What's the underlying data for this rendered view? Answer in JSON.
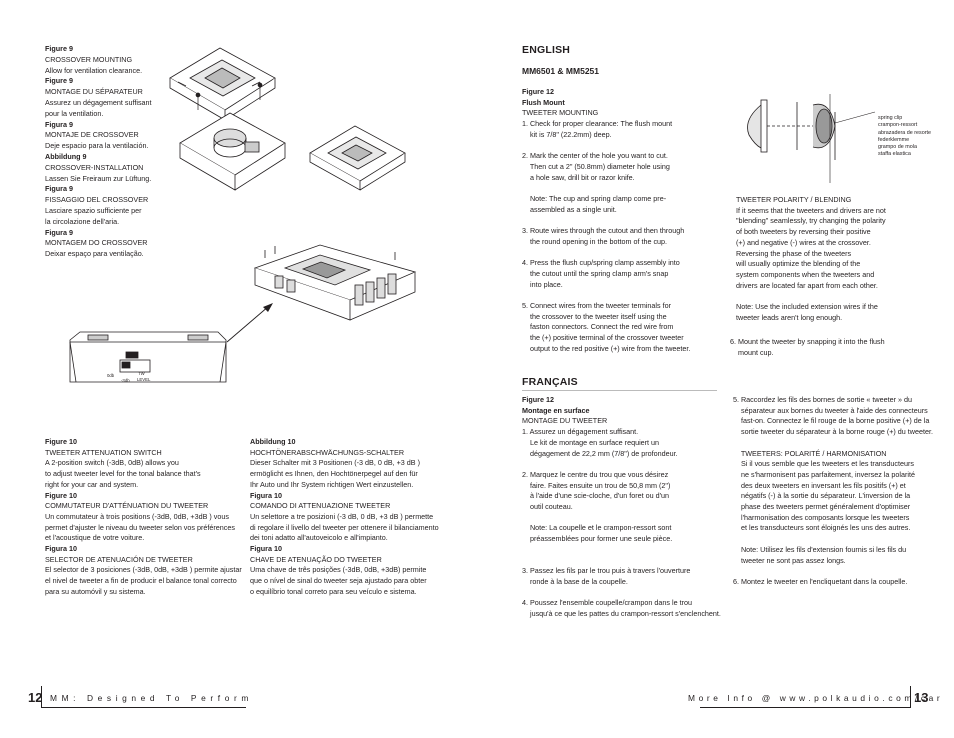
{
  "left_page": {
    "figure9_block": [
      {
        "t": "Figure 9",
        "b": true
      },
      {
        "t": "CROSSOVER MOUNTING",
        "b": false
      },
      {
        "t": "Allow for ventilation clearance.",
        "b": false
      },
      {
        "t": "Figure 9",
        "b": true
      },
      {
        "t": "MONTAGE DU SÉPARATEUR",
        "b": false
      },
      {
        "t": "Assurez un dégagement suffisant",
        "b": false
      },
      {
        "t": "pour la ventilation.",
        "b": false
      },
      {
        "t": "Figura 9",
        "b": true
      },
      {
        "t": "MONTAJE DE CROSSOVER",
        "b": false
      },
      {
        "t": "Deje espacio para la ventilación.",
        "b": false
      },
      {
        "t": "Abbildung 9",
        "b": true
      },
      {
        "t": "CROSSOVER-INSTALLATION",
        "b": false
      },
      {
        "t": "Lassen Sie Freiraum zur Lüftung.",
        "b": false
      },
      {
        "t": "Figura 9",
        "b": true
      },
      {
        "t": "FISSAGGIO DEL CROSSOVER",
        "b": false
      },
      {
        "t": "Lasciare spazio sufficiente per",
        "b": false
      },
      {
        "t": "la circolazione dell'aria.",
        "b": false
      },
      {
        "t": "Figura 9",
        "b": true
      },
      {
        "t": "MONTAGEM DO CROSSOVER",
        "b": false
      },
      {
        "t": "Deixar espaço para ventilação.",
        "b": false
      }
    ],
    "figure10_col1": [
      {
        "t": "Figure 10",
        "b": true
      },
      {
        "t": "TWEETER ATTENUATION SWITCH",
        "b": false
      },
      {
        "t": "A 2-position switch (-3dB, 0dB) allows you",
        "b": false
      },
      {
        "t": "to adjust tweeter level for the tonal balance that's",
        "b": false
      },
      {
        "t": "right for your car and system.",
        "b": false
      },
      {
        "t": "Figure 10",
        "b": true
      },
      {
        "t": "COMMUTATEUR D'ATTÉNUATION DU TWEETER",
        "b": false
      },
      {
        "t": "Un commutateur à trois positions (-3dB, 0dB, +3dB ) vous",
        "b": false
      },
      {
        "t": "permet d'ajuster le niveau du tweeter selon vos préférences",
        "b": false
      },
      {
        "t": "et l'acoustique de votre voiture.",
        "b": false
      },
      {
        "t": "Figura 10",
        "b": true
      },
      {
        "t": "SELECTOR DE ATENUACIÓN DE TWEETER",
        "b": false
      },
      {
        "t": "El selector de 3 posiciones (-3dB, 0dB, +3dB ) permite ajustar",
        "b": false
      },
      {
        "t": "el nivel de tweeter a fin de producir el balance tonal correcto",
        "b": false
      },
      {
        "t": "para su automóvil y su sistema.",
        "b": false
      }
    ],
    "figure10_col2": [
      {
        "t": "Abbildung 10",
        "b": true
      },
      {
        "t": "HOCHTÖNERABSCHWÄCHUNGS-SCHALTER",
        "b": false
      },
      {
        "t": "Dieser Schalter mit 3 Positionen (-3 dB, 0 dB, +3 dB )",
        "b": false
      },
      {
        "t": "ermöglicht es Ihnen, den Hochtönerpegel auf den für",
        "b": false
      },
      {
        "t": "Ihr Auto und Ihr System richtigen Wert einzustellen.",
        "b": false
      },
      {
        "t": "Figura 10",
        "b": true
      },
      {
        "t": "COMANDO DI ATTENUAZIONE TWEETER",
        "b": false
      },
      {
        "t": "Un selettore a tre posizioni (-3 dB, 0 dB, +3 dB ) permette",
        "b": false
      },
      {
        "t": "di regolare il livello del tweeter per ottenere il bilanciamento",
        "b": false
      },
      {
        "t": "dei toni adatto all'autoveicolo e all'impianto.",
        "b": false
      },
      {
        "t": "Figura 10",
        "b": true
      },
      {
        "t": "CHAVE DE ATENUAÇÃO DO TWEETER",
        "b": false
      },
      {
        "t": "Uma chave de três posições (-3dB, 0dB, +3dB) permite",
        "b": false
      },
      {
        "t": "que o nível de sinal do tweeter seja ajustado para obter",
        "b": false
      },
      {
        "t": "o equilíbrio tonal correto para seu veículo e sistema.",
        "b": false
      }
    ],
    "switch_labels": {
      "zero": "0db",
      "minus": "-3db",
      "tw": "TW",
      "level": "LEVEL"
    },
    "footer": {
      "page_number": "12",
      "text": "MM: Designed To Perform"
    }
  },
  "right_page": {
    "english": {
      "heading": "ENGLISH",
      "model": "MM6501 & MM5251",
      "col1": [
        {
          "t": "Figure 12",
          "b": true
        },
        {
          "t": "Flush Mount",
          "b": true
        },
        {
          "t": "TWEETER MOUNTING",
          "b": false
        },
        {
          "t": "1. Check for proper clearance: The flush mount",
          "b": false
        },
        {
          "t": "    kit is 7/8\" (22.2mm) deep.",
          "b": false
        },
        {
          "t": "",
          "b": false
        },
        {
          "t": "2. Mark the center of the hole you want to cut.",
          "b": false
        },
        {
          "t": "    Then cut a 2\" (50.8mm) diameter hole using",
          "b": false
        },
        {
          "t": "    a hole saw, drill bit or razor knife.",
          "b": false
        },
        {
          "t": "",
          "b": false
        },
        {
          "t": "    Note: The cup and spring clamp come pre-",
          "b": false
        },
        {
          "t": "    assembled as a single unit.",
          "b": false
        },
        {
          "t": "",
          "b": false
        },
        {
          "t": "3. Route wires through the cutout and then through",
          "b": false
        },
        {
          "t": "    the round opening in the bottom of the cup.",
          "b": false
        },
        {
          "t": "",
          "b": false
        },
        {
          "t": "4. Press the flush cup/spring clamp assembly into",
          "b": false
        },
        {
          "t": "    the cutout until the spring clamp arm's snap",
          "b": false
        },
        {
          "t": "    into place.",
          "b": false
        },
        {
          "t": "",
          "b": false
        },
        {
          "t": "5. Connect wires from the tweeter terminals for",
          "b": false
        },
        {
          "t": "    the crossover to the tweeter itself using the",
          "b": false
        },
        {
          "t": "    faston connectors. Connect the red wire from",
          "b": false
        },
        {
          "t": "    the (+) positive terminal of the crossover tweeter",
          "b": false
        },
        {
          "t": "    output to the red positive (+) wire from the tweeter.",
          "b": false
        }
      ],
      "col2": [
        {
          "t": "TWEETER POLARITY / BLENDING",
          "b": false
        },
        {
          "t": "If it seems that the tweeters and drivers are not",
          "b": false
        },
        {
          "t": "\"blending\" seamlessly, try changing the polarity",
          "b": false
        },
        {
          "t": "of both tweeters by reversing their positive",
          "b": false
        },
        {
          "t": "(+) and negative (-) wires at the crossover.",
          "b": false
        },
        {
          "t": "Reversing the phase of the tweeters",
          "b": false
        },
        {
          "t": "will usually optimize the blending of the",
          "b": false
        },
        {
          "t": "system components when the tweeters and",
          "b": false
        },
        {
          "t": "drivers are located far apart from each other.",
          "b": false
        },
        {
          "t": "",
          "b": false
        },
        {
          "t": "Note: Use the included extension wires if the",
          "b": false
        },
        {
          "t": "tweeter leads aren't long enough.",
          "b": false
        }
      ],
      "step6": [
        {
          "t": "6. Mount the tweeter by snapping it into the flush",
          "b": false
        },
        {
          "t": "    mount cup.",
          "b": false
        }
      ],
      "callout": [
        "spring clip",
        "crampon-ressort",
        "abrazadera de resorte",
        "federklemme",
        "grampo de mola",
        "staffa elastica"
      ]
    },
    "francais": {
      "heading": "FRANÇAIS",
      "col1": [
        {
          "t": "Figure 12",
          "b": true
        },
        {
          "t": "Montage en surface",
          "b": true
        },
        {
          "t": "MONTAGE DU TWEETER",
          "b": false
        },
        {
          "t": "1. Assurez un dégagement suffisant.",
          "b": false
        },
        {
          "t": "    Le kit de montage en surface requiert un",
          "b": false
        },
        {
          "t": "    dégagement de 22,2 mm (7/8\") de profondeur.",
          "b": false
        },
        {
          "t": "",
          "b": false
        },
        {
          "t": "2. Marquez le centre du trou que vous désirez",
          "b": false
        },
        {
          "t": "    faire. Faites ensuite un trou de 50,8 mm (2\")",
          "b": false
        },
        {
          "t": "    à l'aide d'une scie-cloche, d'un foret ou d'un",
          "b": false
        },
        {
          "t": "    outil couteau.",
          "b": false
        },
        {
          "t": "",
          "b": false
        },
        {
          "t": "    Note: La coupelle et le crampon-ressort sont",
          "b": false
        },
        {
          "t": "    préassemblées pour former une seule pièce.",
          "b": false
        },
        {
          "t": "",
          "b": false
        },
        {
          "t": "",
          "b": false
        },
        {
          "t": "3. Passez les fils par le trou puis à travers l'ouverture",
          "b": false
        },
        {
          "t": "    ronde à la base de la coupelle.",
          "b": false
        },
        {
          "t": "",
          "b": false
        },
        {
          "t": "4. Poussez l'ensemble coupelle/crampon dans le trou",
          "b": false
        },
        {
          "t": "    jusqu'à ce que les pattes du crampon-ressort s'enclenchent.",
          "b": false
        }
      ],
      "col2": [
        {
          "t": "5. Raccordez les fils des bornes de sortie « tweeter » du",
          "b": false
        },
        {
          "t": "    séparateur aux bornes du tweeter à l'aide des connecteurs",
          "b": false
        },
        {
          "t": "    fast-on. Connectez le fil rouge de la borne positive (+) de la",
          "b": false
        },
        {
          "t": "    sortie tweeter du séparateur à la borne rouge (+) du tweeter.",
          "b": false
        },
        {
          "t": "",
          "b": false
        },
        {
          "t": "    TWEETERS: POLARITÉ / HARMONISATION",
          "b": false
        },
        {
          "t": "    Si il vous semble que les tweeters et les transducteurs",
          "b": false
        },
        {
          "t": "    ne s'harmonisent pas parfaitement, inversez la polarité",
          "b": false
        },
        {
          "t": "    des deux tweeters en inversant les fils positifs (+) et",
          "b": false
        },
        {
          "t": "    négatifs (-) à la sortie du séparateur. L'inversion de la",
          "b": false
        },
        {
          "t": "    phase des tweeters permet généralement d'optimiser",
          "b": false
        },
        {
          "t": "    l'harmonisation des composants lorsque les tweeters",
          "b": false
        },
        {
          "t": "    et les transducteurs sont éloignés les uns des autres.",
          "b": false
        },
        {
          "t": "",
          "b": false
        },
        {
          "t": "    Note: Utilisez les fils d'extension fournis si les fils du",
          "b": false
        },
        {
          "t": "    tweeter ne sont pas assez longs.",
          "b": false
        },
        {
          "t": "",
          "b": false
        },
        {
          "t": "6. Montez le tweeter en l'encliquetant dans la coupelle.",
          "b": false
        }
      ]
    },
    "footer": {
      "page_number": "13",
      "text": "More Info @ www.polkaudio.com/car"
    }
  }
}
